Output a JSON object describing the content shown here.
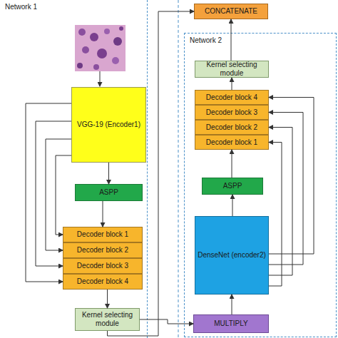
{
  "diagram": {
    "nodes": [
      {
        "text": [
          "Network 1"
        ]
      },
      {
        "text": [
          "VGG-19 (Encoder1)"
        ],
        "in": 0
      },
      {
        "text": [
          "ASPP"
        ],
        "in": 0
      },
      {
        "text": [
          "Decoder block 1"
        ],
        "in": 0
      },
      {
        "text": [
          "Decoder block 2"
        ],
        "in": 0
      },
      {
        "text": [
          "Decoder block 3"
        ],
        "in": 0
      },
      {
        "text": [
          "Decoder block 4"
        ],
        "in": 0
      },
      {
        "text": [
          "Kernel selecting module"
        ],
        "in": 0
      },
      {
        "text": [
          "CONCATENATE"
        ]
      },
      {
        "text": [
          "Network 2"
        ]
      },
      {
        "text": [
          "Kernel selecting module"
        ],
        "in": 9
      },
      {
        "text": [
          "Decoder block 4"
        ],
        "in": 9
      },
      {
        "text": [
          "Decoder block 3"
        ],
        "in": 9
      },
      {
        "text": [
          "Decoder block 2"
        ],
        "in": 9
      },
      {
        "text": [
          "Decoder block 1"
        ],
        "in": 9
      },
      {
        "text": [
          "ASPP"
        ],
        "in": 9
      },
      {
        "text": [
          "DenseNet (encoder2)"
        ],
        "in": 9
      },
      {
        "text": [
          "MULTIPLY"
        ],
        "in": 9
      }
    ],
    "edges": [
      {
        "from": 1,
        "to": 2,
        "arrow": "to"
      },
      {
        "from": 2,
        "to": 3,
        "arrow": "to"
      },
      {
        "from": 1,
        "to": 3,
        "arrow": "to"
      },
      {
        "from": 1,
        "to": 4,
        "arrow": "to"
      },
      {
        "from": 1,
        "to": 5,
        "arrow": "to"
      },
      {
        "from": 1,
        "to": 6,
        "arrow": "to"
      },
      {
        "from": 6,
        "to": 7,
        "arrow": "to"
      },
      {
        "from": 7,
        "to": 17,
        "arrow": "to"
      },
      {
        "from": 7,
        "to": 8,
        "arrow": "to"
      },
      {
        "from": 17,
        "to": 16,
        "arrow": "to"
      },
      {
        "from": 16,
        "to": 15,
        "arrow": "to"
      },
      {
        "from": 15,
        "to": 14,
        "arrow": "to"
      },
      {
        "from": 16,
        "to": 14,
        "arrow": "to"
      },
      {
        "from": 16,
        "to": 13,
        "arrow": "to"
      },
      {
        "from": 16,
        "to": 12,
        "arrow": "to"
      },
      {
        "from": 16,
        "to": 11,
        "arrow": "to"
      },
      {
        "from": 11,
        "to": 10,
        "arrow": "to"
      },
      {
        "from": 10,
        "to": 8,
        "arrow": "to"
      }
    ]
  }
}
